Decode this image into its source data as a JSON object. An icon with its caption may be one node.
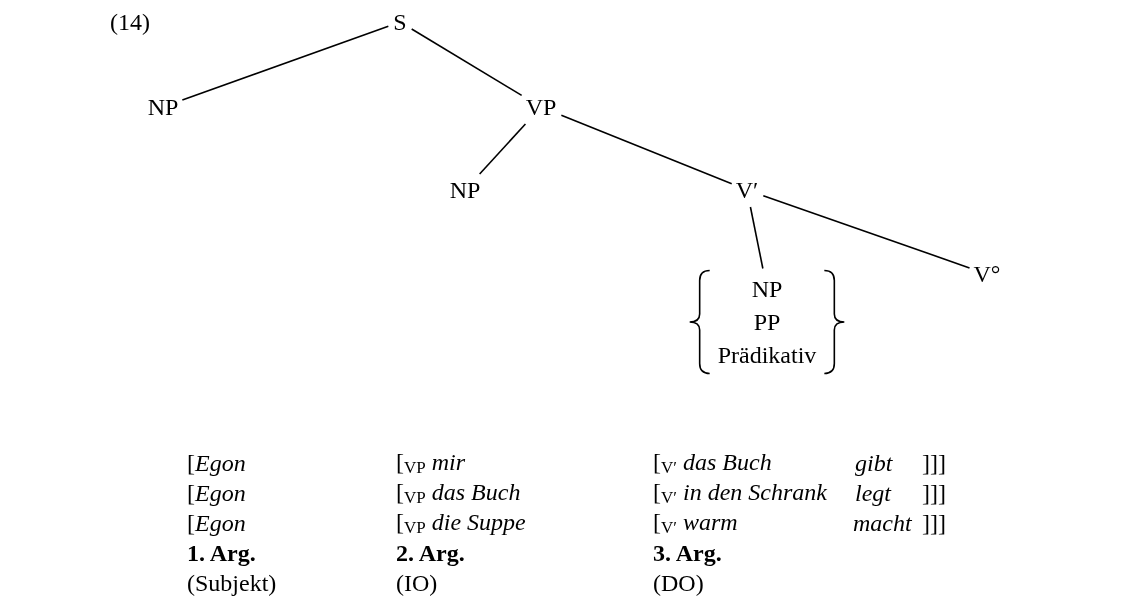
{
  "diagram": {
    "nodes": [
      {
        "text": [
          "S"
        ]
      },
      {
        "text": [
          "NP"
        ]
      },
      {
        "text": [
          "VP"
        ]
      },
      {
        "text": [
          "NP"
        ]
      },
      {
        "text": [
          "V′"
        ]
      },
      {
        "text": [
          "NP",
          "PP",
          "Prädikativ"
        ]
      },
      {
        "text": [
          "V°"
        ]
      }
    ],
    "edges": [
      {
        "from": 0,
        "to": 1,
        "arrow": "none"
      },
      {
        "from": 0,
        "to": 2,
        "arrow": "none"
      },
      {
        "from": 2,
        "to": 3,
        "arrow": "none"
      },
      {
        "from": 2,
        "to": 4,
        "arrow": "none"
      },
      {
        "from": 4,
        "to": 5,
        "arrow": "none"
      },
      {
        "from": 4,
        "to": 6,
        "arrow": "none"
      }
    ],
    "labels": [
      "(14)",
      "[*Egon*",
      "[$_{VP}$ *mir*",
      "[$_{V′}$ *das Buch*",
      "*gibt*",
      "]]]",
      "[*Egon*",
      "[$_{VP}$ *das Buch*",
      "[$_{V′}$ *in den Schrank*",
      "*legt*",
      "]]]",
      "[*Egon*",
      "[$_{VP}$ *die Suppe*",
      "[$_{V′}$ *warm*",
      "*macht*",
      "]]]",
      "1. Arg.",
      "2. Arg.",
      "3. Arg.",
      "(Subjekt)",
      "(IO)",
      "(DO)"
    ]
  }
}
